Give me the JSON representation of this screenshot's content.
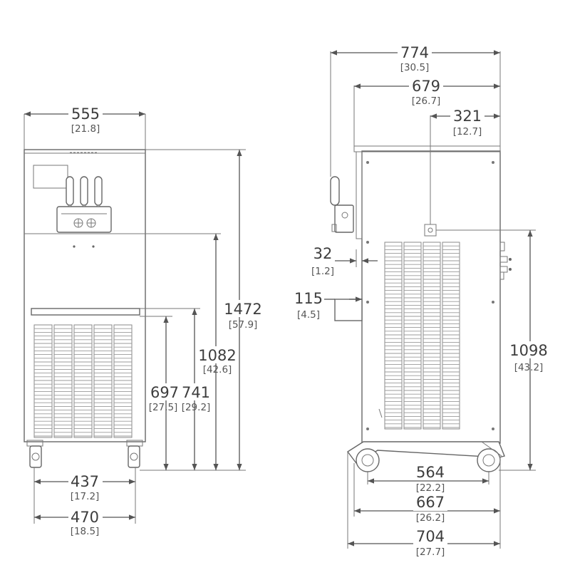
{
  "front_view": {
    "dimensions": [
      {
        "id": "width_top",
        "mm": "555",
        "inch": "[21.8]"
      },
      {
        "id": "height_total",
        "mm": "1472",
        "inch": "[57.9]"
      },
      {
        "id": "height_counter",
        "mm": "1082",
        "inch": "[42.6]"
      },
      {
        "id": "height_drip_tray",
        "mm": "741",
        "inch": "[29.2]"
      },
      {
        "id": "height_grill_top",
        "mm": "697",
        "inch": "[27.5]"
      },
      {
        "id": "caster_inner",
        "mm": "437",
        "inch": "[17.2]"
      },
      {
        "id": "caster_outer",
        "mm": "470",
        "inch": "[18.5]"
      }
    ]
  },
  "side_view": {
    "dimensions": [
      {
        "id": "depth_overall",
        "mm": "774",
        "inch": "[30.5]"
      },
      {
        "id": "depth_cabinet",
        "mm": "679",
        "inch": "[26.7]"
      },
      {
        "id": "outlet_offset",
        "mm": "321",
        "inch": "[12.7]"
      },
      {
        "id": "panel_offset",
        "mm": "32",
        "inch": "[1.2]"
      },
      {
        "id": "tray_projection",
        "mm": "115",
        "inch": "[4.5]"
      },
      {
        "id": "outlet_height",
        "mm": "1098",
        "inch": "[43.2]"
      },
      {
        "id": "wheelbase",
        "mm": "564",
        "inch": "[22.2]"
      },
      {
        "id": "base_depth",
        "mm": "667",
        "inch": "[26.2]"
      },
      {
        "id": "footprint_depth",
        "mm": "704",
        "inch": "[27.7]"
      }
    ]
  },
  "colors": {
    "line": "#555555",
    "text": "#3d3d3d"
  }
}
